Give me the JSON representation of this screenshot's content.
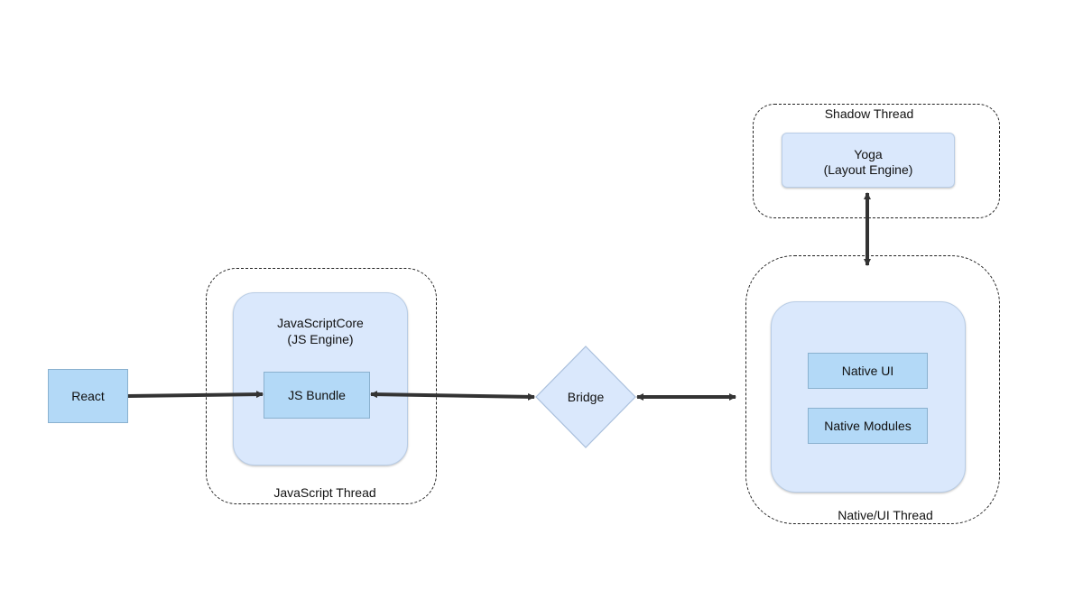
{
  "diagram": {
    "nodes": {
      "react": "React",
      "js_engine_line1": "JavaScriptCore",
      "js_engine_line2": "(JS Engine)",
      "js_bundle": "JS Bundle",
      "bridge": "Bridge",
      "yoga_line1": "Yoga",
      "yoga_line2": "(Layout Engine)",
      "native_ui": "Native UI",
      "native_modules": "Native Modules"
    },
    "groups": {
      "javascript_thread": "JavaScript Thread",
      "shadow_thread": "Shadow Thread",
      "native_ui_thread": "Native/UI Thread"
    },
    "edges": [
      {
        "from": "React",
        "to": "JS Bundle",
        "direction": "one-way"
      },
      {
        "from": "JS Bundle",
        "to": "Bridge",
        "direction": "two-way"
      },
      {
        "from": "Bridge",
        "to": "Native/UI Thread",
        "direction": "two-way"
      },
      {
        "from": "Native/UI Thread",
        "to": "Shadow Thread",
        "direction": "two-way"
      }
    ],
    "colors": {
      "engine_fill": "#dae8fc",
      "module_fill": "#b3d9f7",
      "arrow": "#333333"
    }
  }
}
